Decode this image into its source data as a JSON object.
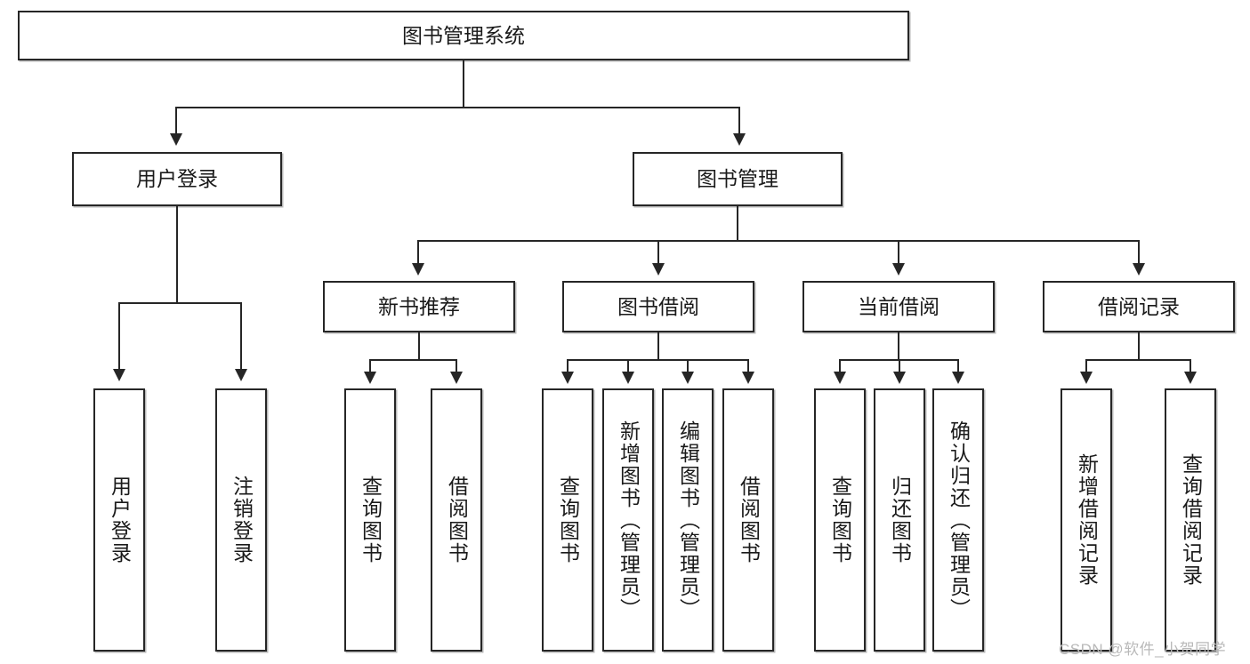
{
  "diagram": {
    "title": "图书管理系统",
    "type": "tree-hierarchy",
    "root": {
      "label": "图书管理系统"
    },
    "level2": [
      {
        "label": "用户登录"
      },
      {
        "label": "图书管理"
      }
    ],
    "level3": [
      {
        "label": "新书推荐"
      },
      {
        "label": "图书借阅"
      },
      {
        "label": "当前借阅"
      },
      {
        "label": "借阅记录"
      }
    ],
    "leaves": {
      "user_login": [
        {
          "label": "用户登录"
        },
        {
          "label": "注销登录"
        }
      ],
      "new_book_recommend": [
        {
          "label": "查询图书"
        },
        {
          "label": "借阅图书"
        }
      ],
      "book_borrow": [
        {
          "label": "查询图书"
        },
        {
          "label": "新增图书（管理员）"
        },
        {
          "label": "编辑图书（管理员）"
        },
        {
          "label": "借阅图书"
        }
      ],
      "current_borrow": [
        {
          "label": "查询图书"
        },
        {
          "label": "归还图书"
        },
        {
          "label": "确认归还（管理员）"
        }
      ],
      "borrow_records": [
        {
          "label": "新增借阅记录"
        },
        {
          "label": "查询借阅记录"
        }
      ]
    }
  },
  "watermark": {
    "text": "CSDN @软件_小贺同学",
    "color": "#b9b9b9"
  },
  "colors": {
    "stroke": "#262626",
    "background": "#ffffff",
    "text": "#1a1a1a"
  }
}
